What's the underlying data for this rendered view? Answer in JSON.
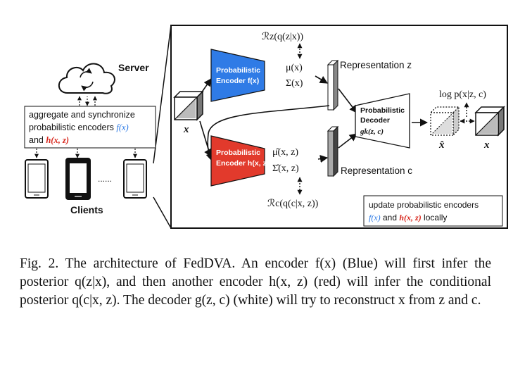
{
  "figure": {
    "server_label": "Server",
    "clients_label": "Clients",
    "client_ellipsis": "......",
    "aggregate_box": {
      "line1": "aggregate and synchronize",
      "line2_text": "probabilistic encoders ",
      "line2_math": "f(x)",
      "line3_text": "and ",
      "line3_math": "h(x, z)"
    },
    "input_x_label": "x",
    "encoder_f": {
      "line1": "Probabilistic",
      "line2": "Encoder f(x)"
    },
    "encoder_h": {
      "line1": "Probabilistic",
      "line2": "Encoder h(x, z)"
    },
    "mu_label": "μ(x)",
    "sigma_label": "Σ(x)",
    "mu_hat_label": "μ̂(x, z)",
    "sigma_hat_label": "Σ̂(x, z)",
    "reg_z_label": "ℛz(q(z|x))",
    "reg_c_label": "ℛc(q(c|x, z))",
    "rep_z_label": "Representation z",
    "rep_c_label": "Representation c",
    "decoder": {
      "line1": "Probabilistic",
      "line2": "Decoder",
      "line3": "gk(z, c)"
    },
    "log_p_label": "log p(x|z, c)",
    "x_hat_label": "x̂",
    "x_out_label": "x",
    "update_box": {
      "line1": "update probabilistic encoders",
      "line2_math_f": "f(x)",
      "line2_and": " and ",
      "line2_math_h": "h(x, z)",
      "line2_end": " locally"
    },
    "colors": {
      "encoder_f": "#2f7be6",
      "encoder_h": "#e23a2c",
      "math_blue": "#2a78e4",
      "math_red": "#d8281e"
    }
  },
  "caption": {
    "text": "Fig. 2.   The architecture of FedDVA. An encoder f(x) (Blue) will first infer the posterior q(z|x), and then another encoder h(x, z) (red) will infer the conditional posterior q(c|x, z). The decoder g(z, c) (white) will try to reconstruct x from z and c."
  }
}
